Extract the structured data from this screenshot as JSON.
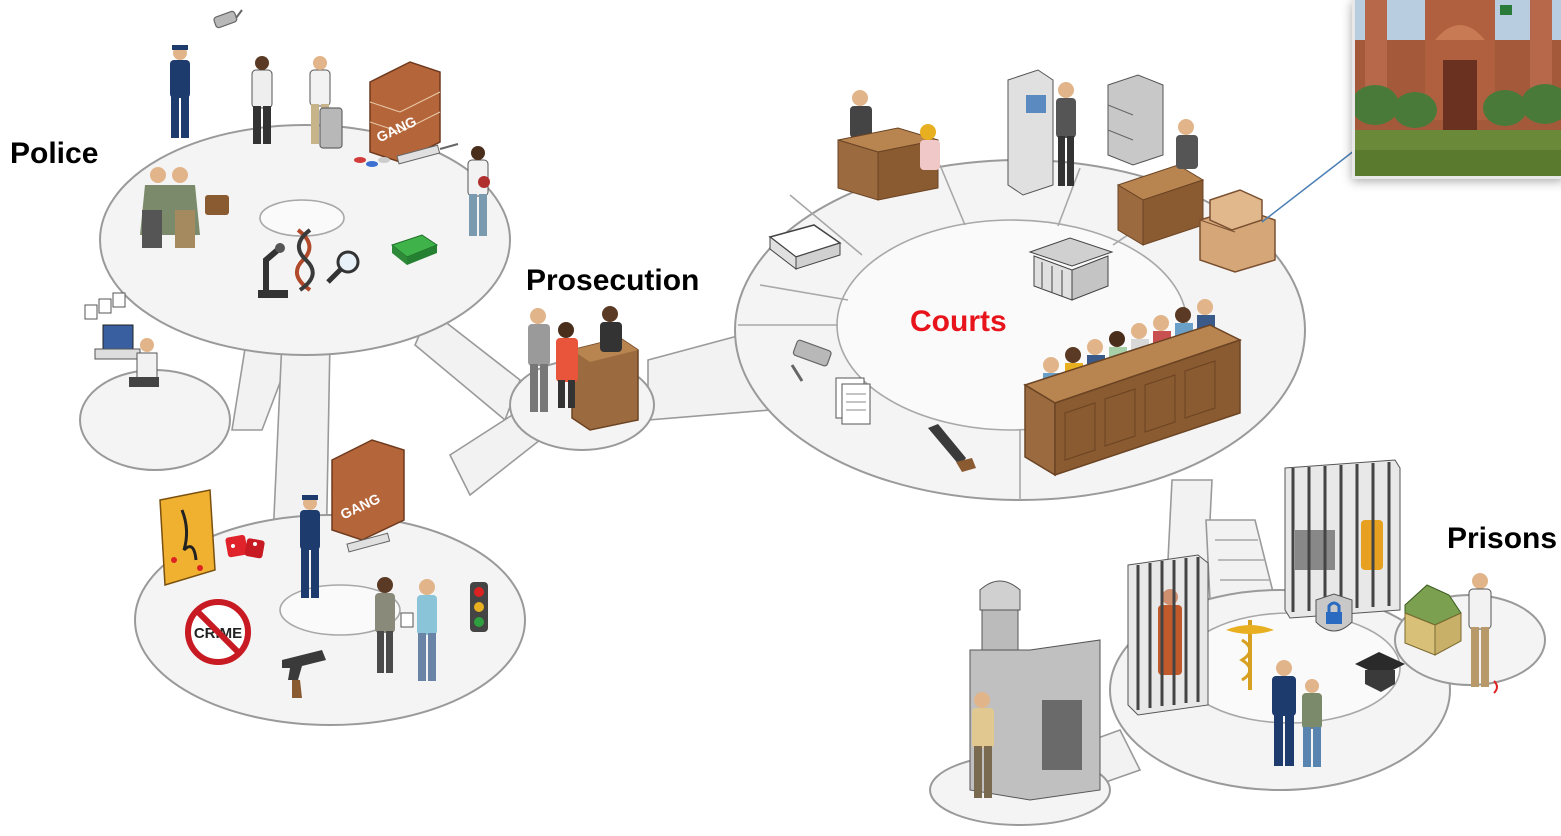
{
  "labels": {
    "police": "Police",
    "prosecution": "Prosecution",
    "courts": "Courts",
    "prisons": "Prisons"
  },
  "colors": {
    "platform_fill": "#f4f4f4",
    "platform_stroke": "#9a9a9a",
    "label_default": "#000000",
    "label_courts": "#e8141b",
    "connector_line": "#4a7fb5"
  },
  "illustrations": {
    "sign_text": "CRIME",
    "graffiti_text": "GANG"
  },
  "icons": [
    "police-officer-icon",
    "surveillance-camera-icon",
    "brick-wall-icon",
    "syringe-icon",
    "pills-icon",
    "money-icon",
    "microscope-icon",
    "dna-icon",
    "magnifier-icon",
    "computer-desk-icon",
    "dice-icon",
    "no-crime-sign-icon",
    "revolver-icon",
    "traffic-light-icon",
    "podium-icon",
    "calendar-icon",
    "documents-icon",
    "courthouse-icon",
    "jury-box-icon",
    "filing-cabinet-icon",
    "archive-boxes-icon",
    "atm-icon",
    "watchtower-icon",
    "prison-cell-icon",
    "medical-caduceus-icon",
    "padlock-shield-icon",
    "graduation-cap-icon",
    "house-icon"
  ]
}
